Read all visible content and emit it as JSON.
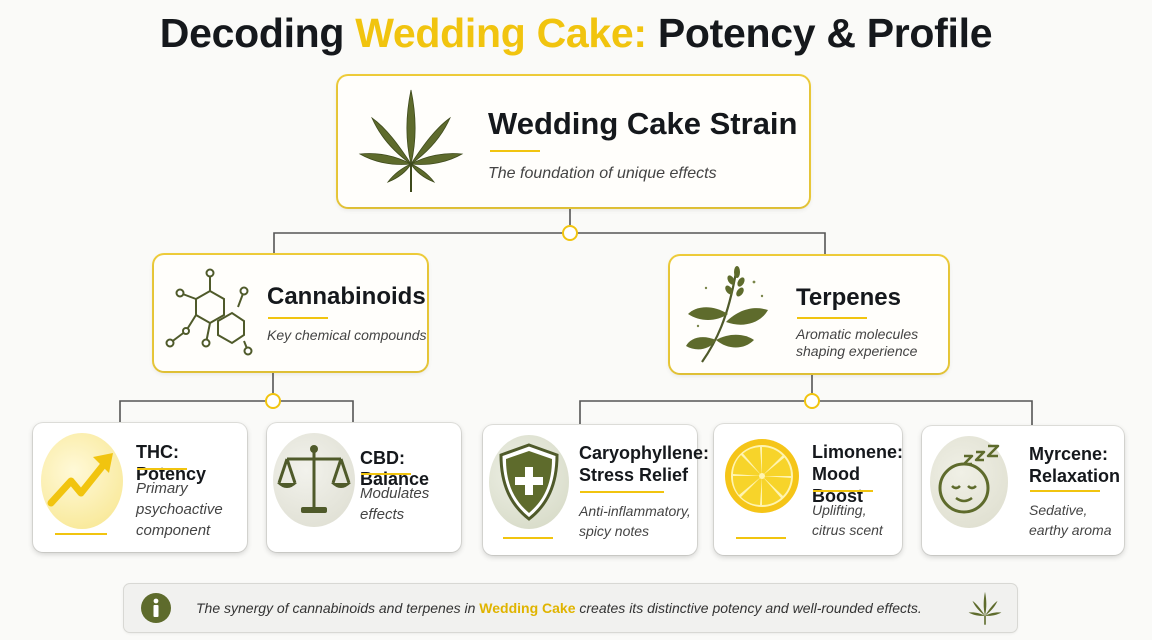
{
  "title": {
    "part1": "Decoding ",
    "highlight": "Wedding Cake:",
    "part2": " Potency & Profile"
  },
  "root": {
    "title": "Wedding Cake Strain",
    "desc": "The foundation of unique effects",
    "icon": "cannabis-leaf-icon"
  },
  "cannabinoids": {
    "title": "Cannabinoids",
    "desc": "Key chemical compounds",
    "icon": "molecule-icon"
  },
  "terpenes": {
    "title": "Terpenes",
    "desc_line1": "Aromatic molecules",
    "desc_line2": "shaping experience",
    "icon": "herb-sprig-icon"
  },
  "leaves": [
    {
      "title_line1": "THC: Potency",
      "title_line2": "",
      "desc_line1": "Primary",
      "desc_line2": "psychoactive",
      "desc_line3": "component",
      "icon": "rising-arrow-icon"
    },
    {
      "title_line1": "CBD: Balance",
      "title_line2": "",
      "desc_line1": "Modulates",
      "desc_line2": "effects",
      "desc_line3": "",
      "icon": "balance-scale-icon"
    },
    {
      "title_line1": "Caryophyllene:",
      "title_line2": "Stress Relief",
      "desc_line1": "Anti-inflammatory,",
      "desc_line2": "spicy notes",
      "desc_line3": "",
      "icon": "shield-plus-icon"
    },
    {
      "title_line1": "Limonene:",
      "title_line2": "Mood Boost",
      "desc_line1": "Uplifting,",
      "desc_line2": "citrus scent",
      "desc_line3": "",
      "icon": "lemon-slice-icon"
    },
    {
      "title_line1": "Myrcene:",
      "title_line2": "Relaxation",
      "desc_line1": "Sedative,",
      "desc_line2": "earthy aroma",
      "desc_line3": "",
      "icon": "sleeping-face-icon"
    }
  ],
  "footer": {
    "part1": "The synergy of cannabinoids and terpenes in ",
    "highlight": "Wedding Cake",
    "part2": " creates its distinctive potency and well-rounded effects.",
    "icon_left": "info-icon",
    "icon_right": "cannabis-leaf-icon"
  },
  "colors": {
    "accent": "#f1c40f",
    "olive": "#5b6b2f",
    "connector": "#555555"
  }
}
